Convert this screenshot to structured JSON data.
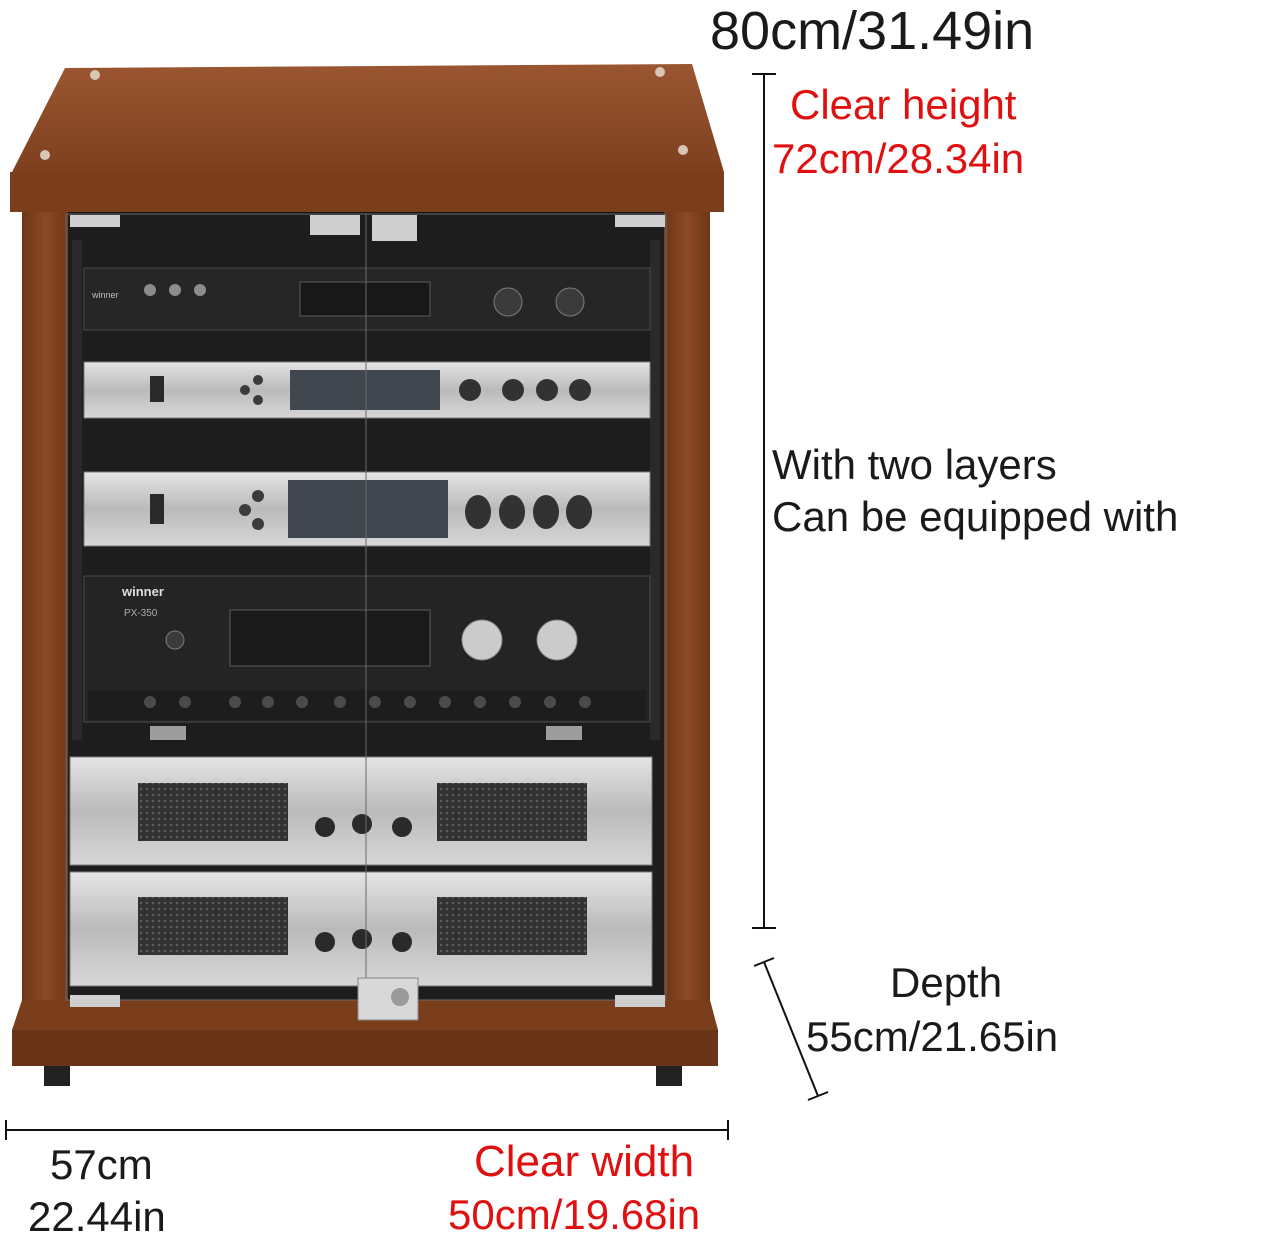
{
  "labels": {
    "total_height": "80cm/31.49in",
    "clear_height_title": "Clear height",
    "clear_height_value": "72cm/28.34in",
    "layers_line1": "With two layers",
    "layers_line2": "Can be equipped with",
    "depth_title": "Depth",
    "depth_value": "55cm/21.65in",
    "width_cm": "57cm",
    "width_in": "22.44in",
    "clear_width_title": "Clear width",
    "clear_width_value": "50cm/19.68in"
  },
  "equipment_text": {
    "brand": "winner",
    "model": "PX-350"
  },
  "colors": {
    "wood": "#8a4a24",
    "wood_dark": "#5e2e14",
    "text": "#1a1a1a",
    "accent_red": "#e01010"
  }
}
